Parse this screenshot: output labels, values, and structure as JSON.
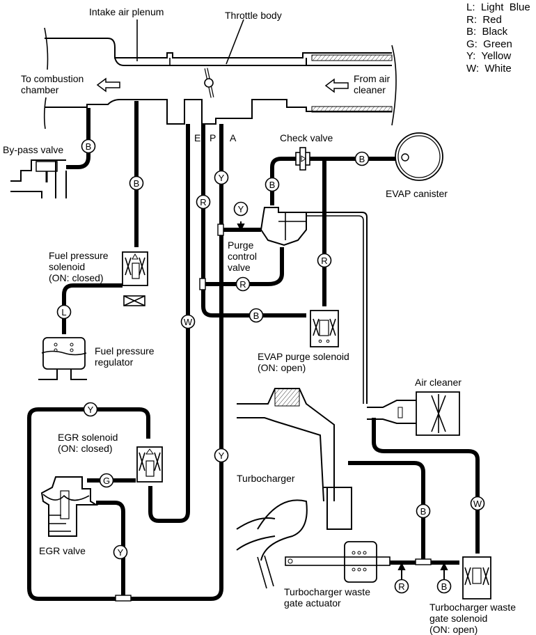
{
  "legend": [
    {
      "code": "L",
      "text": "L:  Light  Blue"
    },
    {
      "code": "R",
      "text": "R:  Red"
    },
    {
      "code": "B",
      "text": "B:  Black"
    },
    {
      "code": "G",
      "text": "G:  Green"
    },
    {
      "code": "Y",
      "text": "Y:  Yellow"
    },
    {
      "code": "W",
      "text": "W:  White"
    }
  ],
  "labels": {
    "intake_air_plenum": "Intake air plenum",
    "throttle_body": "Throttle body",
    "to_combustion": "To combustion\nchamber",
    "from_air_cleaner": "From air\ncleaner",
    "bypass_valve": "By-pass valve",
    "port_e": "E",
    "port_p": "P",
    "port_a": "A",
    "check_valve": "Check valve",
    "evap_canister": "EVAP canister",
    "purge_control_valve": "Purge\ncontrol\nvalve",
    "fuel_pressure_solenoid": "Fuel pressure\nsolenoid\n(ON: closed)",
    "fuel_pressure_regulator": "Fuel pressure\nregulator",
    "evap_purge_solenoid": "EVAP purge solenoid\n(ON: open)",
    "air_cleaner": "Air cleaner",
    "egr_solenoid": "EGR solenoid\n(ON: closed)",
    "egr_valve": "EGR valve",
    "turbocharger": "Turbocharger",
    "wastegate_actuator": "Turbocharger waste\ngate actuator",
    "wastegate_solenoid": "Turbocharger waste\ngate solenoid\n(ON: open)"
  },
  "hose_tags": [
    {
      "id": "bypass",
      "code": "B"
    },
    {
      "id": "fps-upper",
      "code": "B"
    },
    {
      "id": "fps-lower",
      "code": "L"
    },
    {
      "id": "port-a",
      "code": "Y"
    },
    {
      "id": "port-p",
      "code": "R"
    },
    {
      "id": "port-e",
      "code": "W"
    },
    {
      "id": "pcv-top",
      "code": "B"
    },
    {
      "id": "pcv-signal",
      "code": "Y"
    },
    {
      "id": "pcv-r",
      "code": "R"
    },
    {
      "id": "canister",
      "code": "B"
    },
    {
      "id": "evap-sol-top",
      "code": "R"
    },
    {
      "id": "evap-sol-side",
      "code": "B"
    },
    {
      "id": "egr-loop-top",
      "code": "Y"
    },
    {
      "id": "egr-g",
      "code": "G"
    },
    {
      "id": "egr-right",
      "code": "Y"
    },
    {
      "id": "egr-valve",
      "code": "Y"
    },
    {
      "id": "wg-b",
      "code": "B"
    },
    {
      "id": "wg-w",
      "code": "W"
    },
    {
      "id": "wg-r-arrow",
      "code": "R"
    },
    {
      "id": "wg-b-arrow",
      "code": "B"
    }
  ]
}
